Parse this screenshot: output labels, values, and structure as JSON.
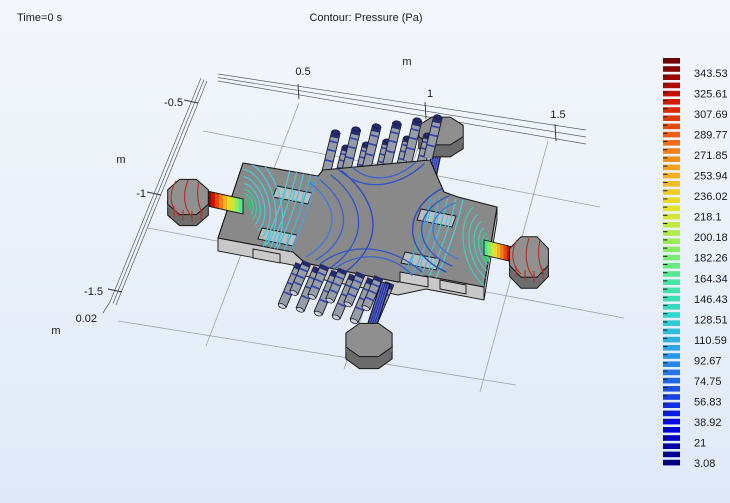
{
  "header": {
    "time_label": "Time=0 s",
    "title": "Contour: Pressure (Pa)"
  },
  "axes": {
    "x": {
      "unit": "m",
      "ticks": [
        "0.5",
        "1",
        "1.5"
      ]
    },
    "y": {
      "unit": "m",
      "ticks": [
        "-0.5",
        "-1",
        "-1.5"
      ]
    },
    "z": {
      "unit": "m",
      "ticks": [
        "0.02"
      ]
    }
  },
  "colorbar": {
    "tick_labels": [
      "343.53",
      "325.61",
      "307.69",
      "289.77",
      "271.85",
      "253.94",
      "236.02",
      "218.1",
      "200.18",
      "182.26",
      "164.34",
      "146.43",
      "128.51",
      "110.59",
      "92.67",
      "74.75",
      "56.83",
      "38.92",
      "21",
      "3.08"
    ]
  },
  "colors": {
    "background_top": "#f4f7fc",
    "background_bottom": "#dfe9f8",
    "device_gray": "#898989",
    "device_side": "#c8c8c8",
    "contour_blue": "#2e57cc",
    "contour_cyan": "#46c8d8",
    "contour_green": "#3cc368",
    "contour_red": "#b63028",
    "pillar_cap_navy": "#232b74",
    "colormap_stops": [
      "#00007f",
      "#0000e0",
      "#1e50e8",
      "#28a0e8",
      "#30d5d0",
      "#48e8a0",
      "#98ee58",
      "#e8e428",
      "#f5a81e",
      "#ef5a12",
      "#d01000",
      "#700000"
    ]
  },
  "chart_data": {
    "type": "heatmap",
    "title": "Contour: Pressure (Pa)",
    "annotation": "Time=0 s",
    "scene": "3D contour plot of pressure on a micromixer chip: central mixing chamber with top and bottom pillar arrays, left/right inlet ports (red-to-green striped tubes, red contour rings on knobs) and top/bottom outlet ports (blue striped tubes), drawn over a perspective floor grid",
    "colorbar": {
      "quantity": "Pressure",
      "unit": "Pa",
      "min": 3.08,
      "max": 343.53,
      "tick_values": [
        343.53,
        325.61,
        307.69,
        289.77,
        271.85,
        253.94,
        236.02,
        218.1,
        200.18,
        182.26,
        164.34,
        146.43,
        128.51,
        110.59,
        92.67,
        74.75,
        56.83,
        38.92,
        21,
        3.08
      ],
      "n_bands": 50,
      "colormap": "rainbow",
      "position": "right"
    },
    "x_axis": {
      "unit": "m",
      "ticks": [
        0.5,
        1,
        1.5
      ]
    },
    "y_axis": {
      "unit": "m",
      "ticks": [
        -0.5,
        -1,
        -1.5
      ]
    },
    "z_axis": {
      "unit": "m",
      "ticks": [
        0.02
      ]
    },
    "grid": true,
    "legend_position": "right"
  }
}
